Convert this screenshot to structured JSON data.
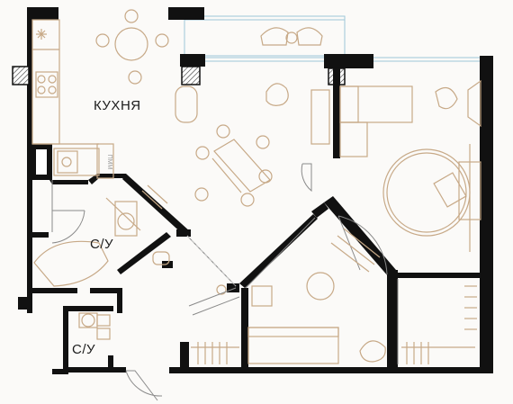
{
  "rooms": {
    "kitchen_label": "КУХНЯ",
    "bathroom1_label": "С/У",
    "bathroom2_label": "С/У"
  },
  "appliance": {
    "dishwasher_label": "ПММ"
  },
  "colors": {
    "wall": "#111111",
    "furniture": "#c7a987",
    "glazing": "#9cc7d8",
    "background": "#fbfaf8"
  }
}
